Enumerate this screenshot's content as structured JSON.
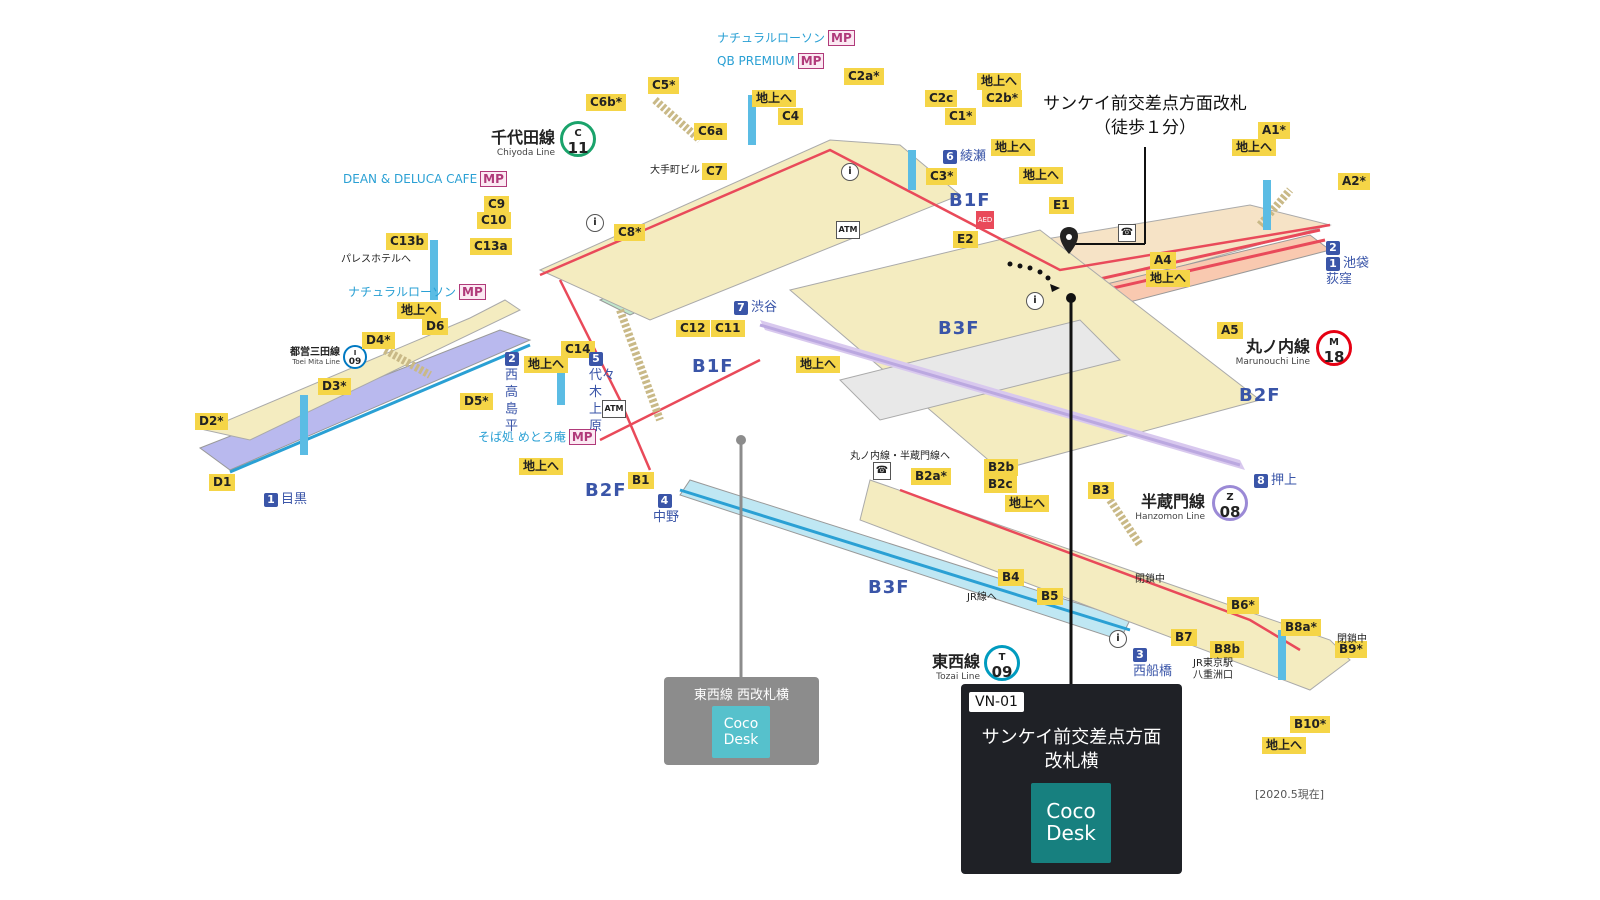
{
  "exits": [
    {
      "id": "A1",
      "label": "A1*"
    },
    {
      "id": "A2",
      "label": "A2*"
    },
    {
      "id": "A4",
      "label": "A4"
    },
    {
      "id": "A5",
      "label": "A5"
    },
    {
      "id": "B1",
      "label": "B1"
    },
    {
      "id": "B2a",
      "label": "B2a*"
    },
    {
      "id": "B2b",
      "label": "B2b"
    },
    {
      "id": "B2c",
      "label": "B2c"
    },
    {
      "id": "B3",
      "label": "B3"
    },
    {
      "id": "B4",
      "label": "B4"
    },
    {
      "id": "B5",
      "label": "B5"
    },
    {
      "id": "B6",
      "label": "B6*"
    },
    {
      "id": "B7",
      "label": "B7"
    },
    {
      "id": "B8a",
      "label": "B8a*"
    },
    {
      "id": "B8b",
      "label": "B8b"
    },
    {
      "id": "B9",
      "label": "B9*"
    },
    {
      "id": "B10",
      "label": "B10*"
    },
    {
      "id": "C1",
      "label": "C1*"
    },
    {
      "id": "C2a",
      "label": "C2a*"
    },
    {
      "id": "C2b",
      "label": "C2b*"
    },
    {
      "id": "C2c",
      "label": "C2c"
    },
    {
      "id": "C3",
      "label": "C3*"
    },
    {
      "id": "C4",
      "label": "C4"
    },
    {
      "id": "C5",
      "label": "C5*"
    },
    {
      "id": "C6a",
      "label": "C6a"
    },
    {
      "id": "C6b",
      "label": "C6b*"
    },
    {
      "id": "C7",
      "label": "C7"
    },
    {
      "id": "C8",
      "label": "C8*"
    },
    {
      "id": "C9",
      "label": "C9"
    },
    {
      "id": "C10",
      "label": "C10"
    },
    {
      "id": "C11",
      "label": "C11"
    },
    {
      "id": "C12",
      "label": "C12"
    },
    {
      "id": "C13a",
      "label": "C13a"
    },
    {
      "id": "C13b",
      "label": "C13b"
    },
    {
      "id": "C14",
      "label": "C14"
    },
    {
      "id": "D1",
      "label": "D1"
    },
    {
      "id": "D2",
      "label": "D2*"
    },
    {
      "id": "D3",
      "label": "D3*"
    },
    {
      "id": "D4",
      "label": "D4*"
    },
    {
      "id": "D5",
      "label": "D5*"
    },
    {
      "id": "D6",
      "label": "D6"
    },
    {
      "id": "E1",
      "label": "E1"
    },
    {
      "id": "E2",
      "label": "E2"
    }
  ],
  "to_surface": "地上へ",
  "floors": {
    "b1f": "B1F",
    "b2f": "B2F",
    "b3f": "B3F"
  },
  "destinations": [
    {
      "num": "1",
      "text": "目黒"
    },
    {
      "num": "2",
      "text": "池袋"
    },
    {
      "num": "",
      "text": "荻窪"
    },
    {
      "num": "2",
      "text": "西高島平"
    },
    {
      "num": "3",
      "text": "西船橋"
    },
    {
      "num": "4",
      "text": "中野"
    },
    {
      "num": "5",
      "text": "代々木上原"
    },
    {
      "num": "6",
      "text": "綾瀬"
    },
    {
      "num": "7",
      "text": "渋谷"
    },
    {
      "num": "8",
      "text": "押上"
    }
  ],
  "shops": {
    "natural_lawson": "ナチュラルローソン",
    "qb_premium": "QB PREMIUM",
    "dean_deluca": "DEAN & DELUCA CAFE",
    "soba": "そば処 めとろ庵",
    "mp": "MP"
  },
  "lines": {
    "chiyoda": {
      "name": "千代田線",
      "en": "Chiyoda Line",
      "code": "C",
      "num": "11",
      "color": "#1aa36b"
    },
    "marunouchi": {
      "name": "丸ノ内線",
      "en": "Marunouchi Line",
      "code": "M",
      "num": "18",
      "color": "#e60012"
    },
    "hanzomon": {
      "name": "半蔵門線",
      "en": "Hanzomon Line",
      "code": "Z",
      "num": "08",
      "color": "#8f76d6"
    },
    "tozai": {
      "name": "東西線",
      "en": "Tozai Line",
      "code": "T",
      "num": "09",
      "color": "#009bbf"
    },
    "mita": {
      "name": "都営三田線",
      "en": "Toei Mita Line",
      "code": "I",
      "num": "09",
      "color": "#0079c2"
    }
  },
  "misc": {
    "palace_hotel": "パレスホテルへ",
    "otemachi_bldg": "大手町ビル",
    "jr_line": "JR線へ",
    "jr_tokyo": "JR東京駅",
    "yaesu": "八重洲口",
    "closed": "閉鎖中",
    "transfer": "丸ノ内線・半蔵門線へ",
    "date": "[2020.5現在]"
  },
  "callout": {
    "title": "サンケイ前交差点方面改札",
    "sub": "（徒歩１分）"
  },
  "card_west": {
    "title": "東西線 西改札横",
    "brand_line1": "Coco",
    "brand_line2": "Desk"
  },
  "card_vn": {
    "code": "VN-01",
    "title_line1": "サンケイ前交差点方面",
    "title_line2": "改札横",
    "brand_line1": "Coco",
    "brand_line2": "Desk"
  },
  "colors": {
    "accent_teal": "#17807f",
    "light_teal": "#56c1cc",
    "exit_yellow": "#f5d547",
    "walk_red": "#e94a5a",
    "floor_blue": "#3a55a8"
  }
}
